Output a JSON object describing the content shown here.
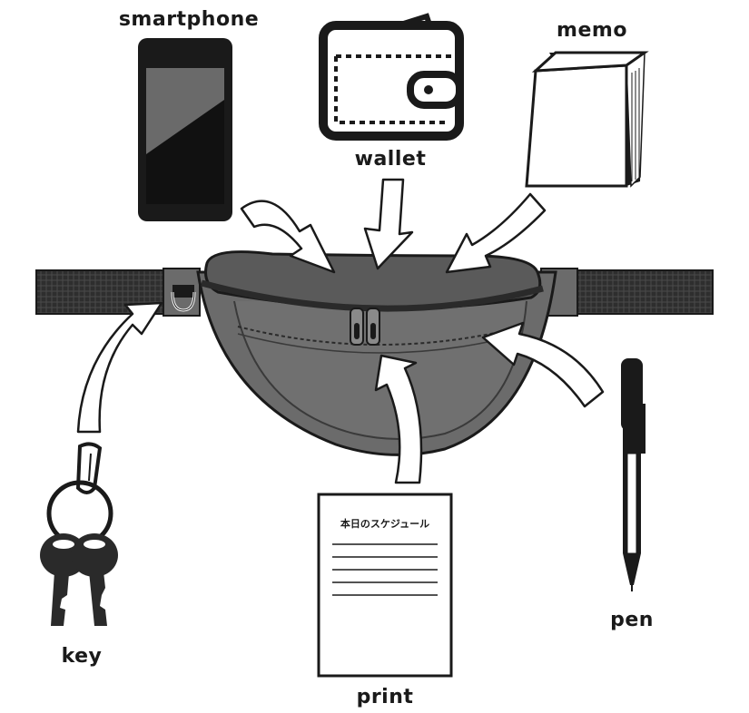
{
  "labels": {
    "smartphone": "smartphone",
    "wallet": "wallet",
    "memo": "memo",
    "key": "key",
    "print": "print",
    "pen": "pen"
  },
  "print_sheet": {
    "title": "本日のスケジュール"
  },
  "colors": {
    "bag_body": "#6b6b6b",
    "bag_flap": "#5a5a5a",
    "bag_edge": "#3a3a3a",
    "strap": "#2e2e2e",
    "ink": "#1a1a1a",
    "arrow_fill": "#ffffff"
  }
}
